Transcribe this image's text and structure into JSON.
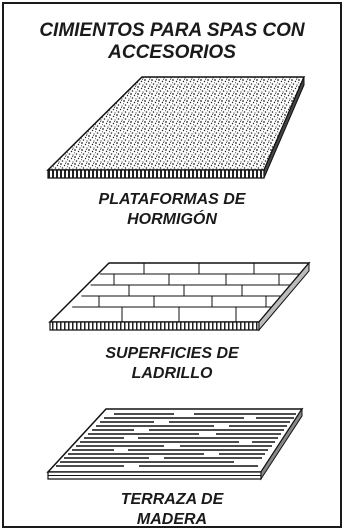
{
  "title": {
    "line1": "CIMIENTOS PARA SPAS CON",
    "line2": "ACCESORIOS"
  },
  "items": [
    {
      "line1": "PLATAFORMAS DE",
      "line2": "HORMIGÓN",
      "material": "concrete"
    },
    {
      "line1": "SUPERFICIES DE",
      "line2": "LADRILLO",
      "material": "brick"
    },
    {
      "line1": "TERRAZA DE",
      "line2": "MADERA",
      "material": "wood"
    }
  ]
}
